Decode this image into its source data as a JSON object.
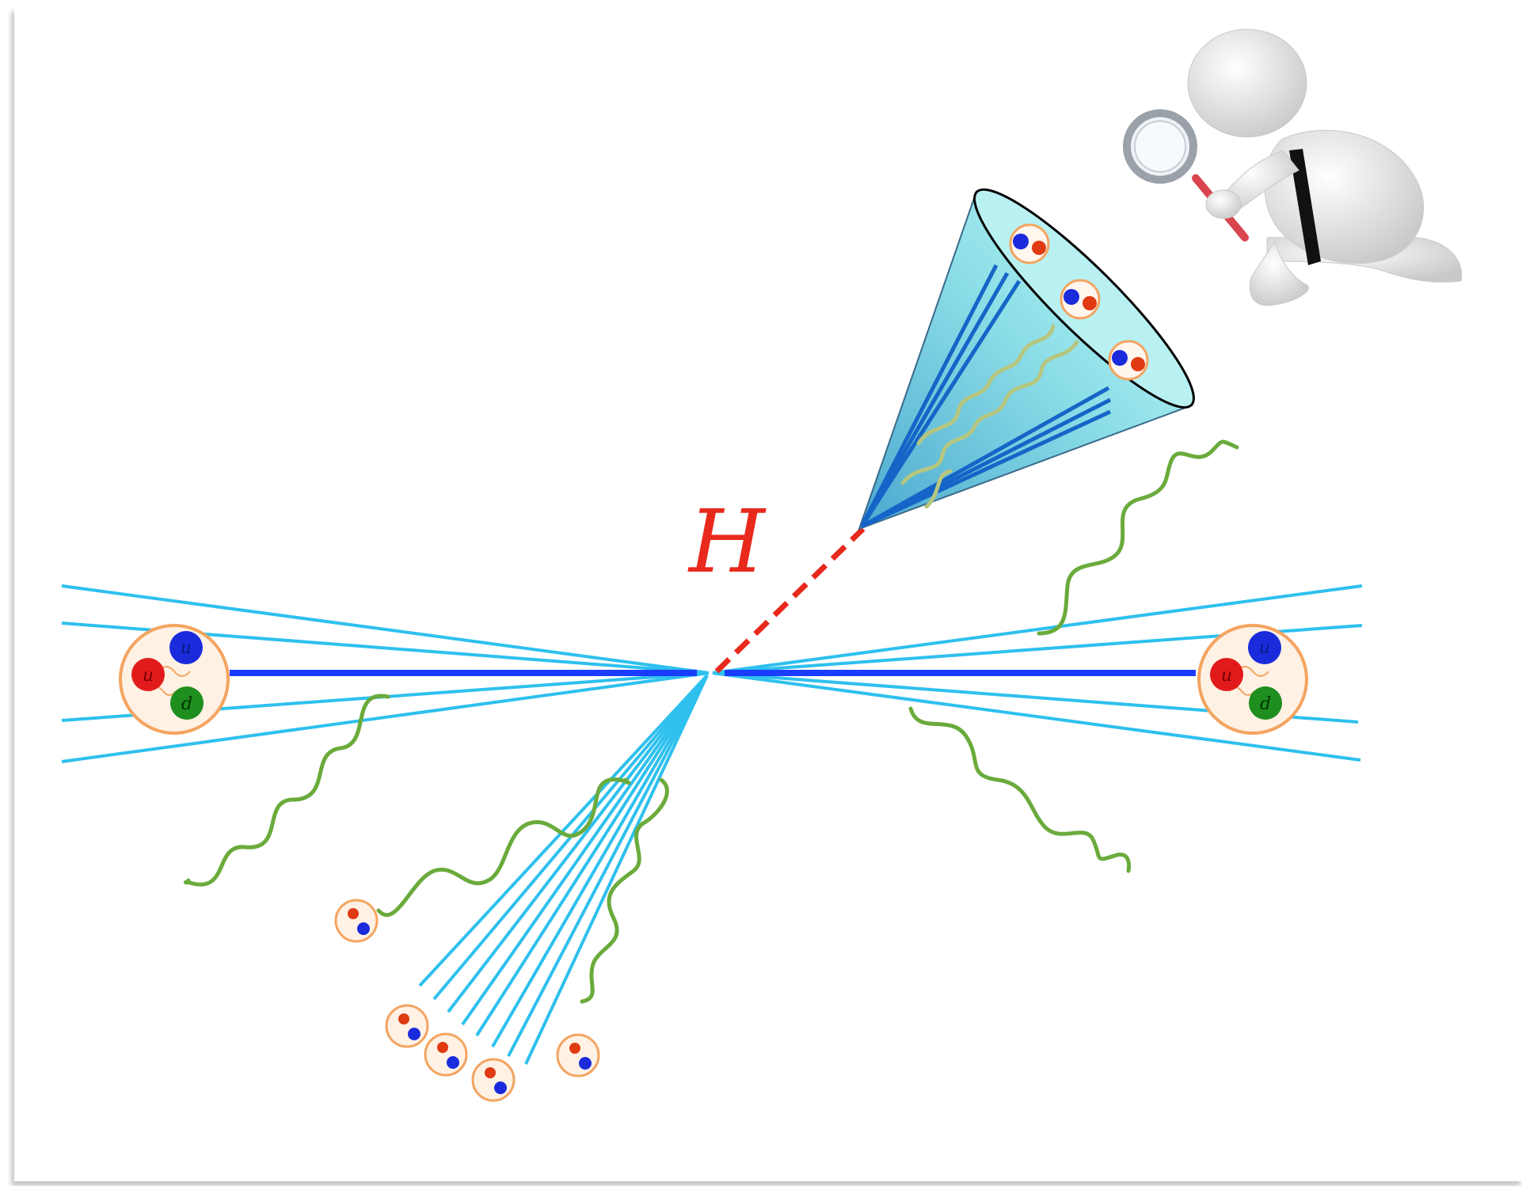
{
  "label": "H",
  "left_proton": {
    "quarks": [
      "u",
      "u",
      "d"
    ]
  },
  "right_proton": {
    "quarks": [
      "u",
      "u",
      "d"
    ]
  },
  "colors": {
    "beam": "#1a3cff",
    "tracks": "#2ec0ee",
    "gluon": "#6aab3c",
    "higgs": "#e8291c",
    "cone_fill": "#9fe6ec",
    "cone_inner": "#1565c8",
    "proton_ring": "#f4a460",
    "quark_red": "#e11b1b",
    "quark_blue": "#1a2bdc",
    "quark_green": "#1e8f1e",
    "hadron_red": "#e03a12",
    "hadron_blue": "#1a2bdc",
    "background": "#ffffff",
    "frame_shadow": "#9a9a9a"
  },
  "icons": {
    "detective": "magnifying-glass-figure-icon",
    "proton": "proton-icon",
    "hadron": "hadron-icon"
  }
}
